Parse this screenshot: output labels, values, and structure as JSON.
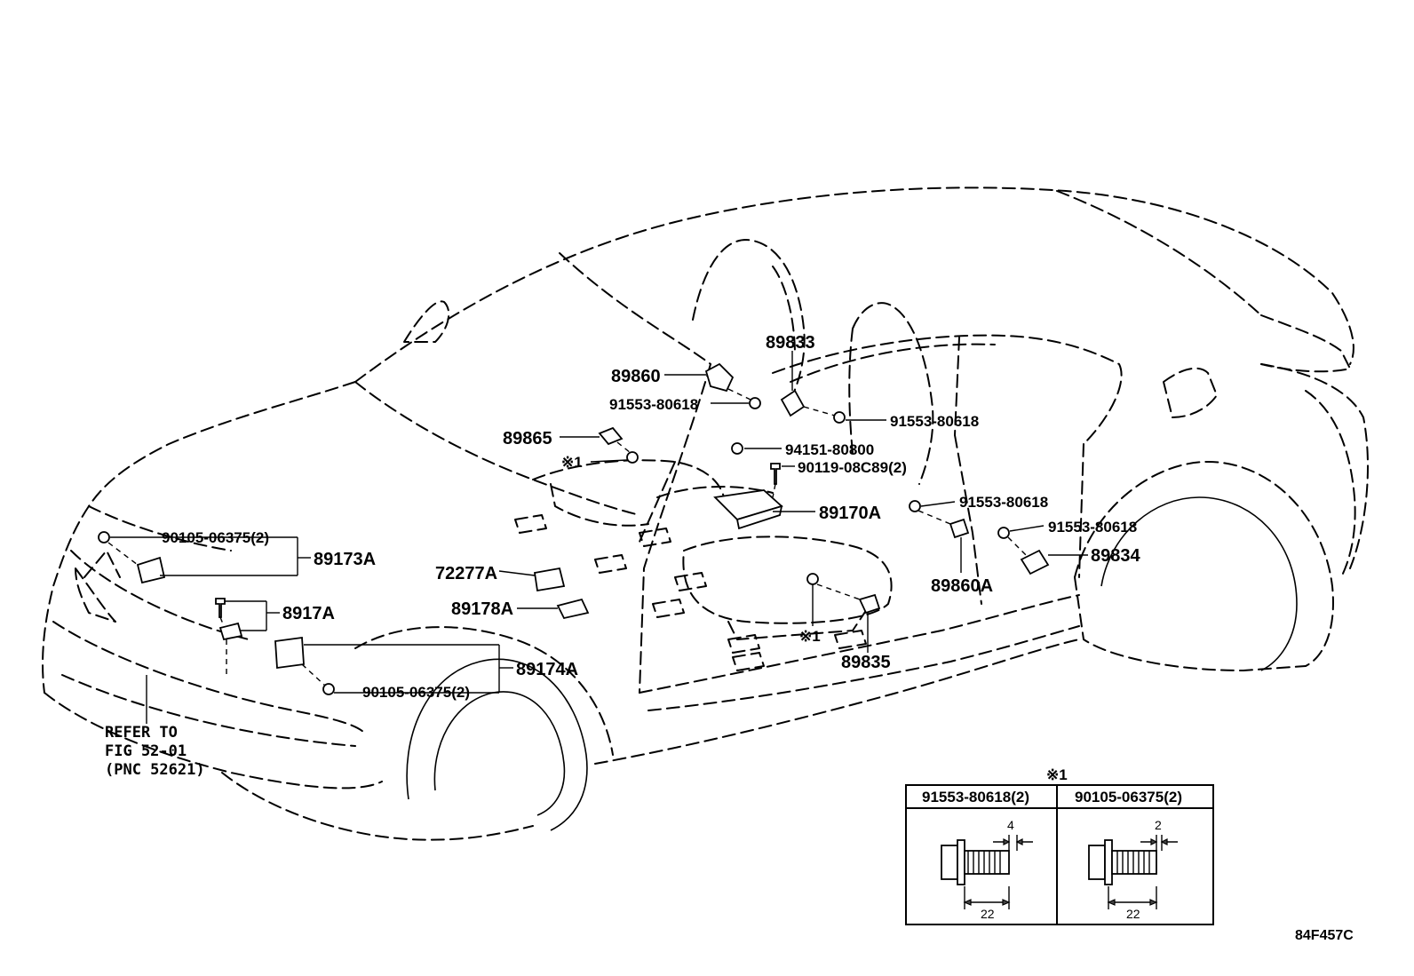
{
  "labels": {
    "c89833": "89833",
    "c89860": "89860",
    "c89865": "89865",
    "c89170a": "89170A",
    "c89173a": "89173A",
    "c8917a": "8917A",
    "c72277a": "72277A",
    "c89178a": "89178A",
    "c89174a": "89174A",
    "c89860a": "89860A",
    "c89834": "89834",
    "c89835": "89835",
    "p_91553_a": "91553-80618",
    "p_91553_b": "91553-80618",
    "p_91553_c": "91553-80618",
    "p_91553_d": "91553-80618",
    "p_94151": "94151-80800",
    "p_90119": "90119-08C89(2)",
    "p_90105_a": "90105-06375(2)",
    "p_90105_b": "90105-06375(2)",
    "mark1_a": "※1",
    "mark1_b": "※1",
    "mark1_inset": "※1"
  },
  "refer": {
    "line1": "REFER TO",
    "line2": "FIG 52-01",
    "line3": "(PNC 52621)"
  },
  "inset": {
    "col1_header": "91553-80618(2)",
    "col2_header": "90105-06375(2)",
    "col1_dim_top": "4",
    "col1_dim_bottom": "22",
    "col2_dim_top": "2",
    "col2_dim_bottom": "22"
  },
  "figure_code": "84F457C"
}
